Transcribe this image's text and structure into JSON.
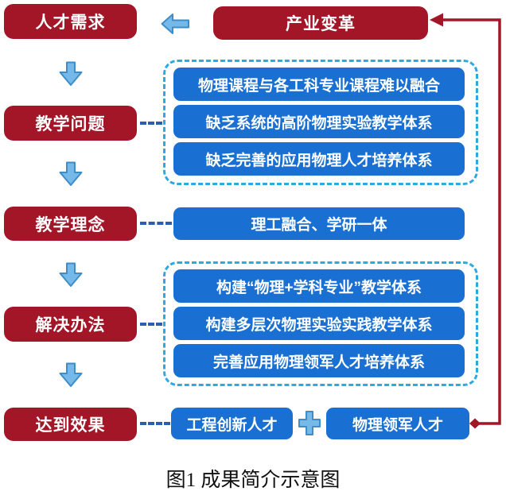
{
  "colors": {
    "dark_red": "#a21628",
    "blue": "#1970d2",
    "arrow_fill": "#74b9e8",
    "arrow_border": "#3e8dc8",
    "group_dash": "#2baae2",
    "connector_dash": "#2b5fae"
  },
  "flow": {
    "industry_box": "产业变革",
    "stages": [
      {
        "label": "人才需求",
        "items": []
      },
      {
        "label": "教学问题",
        "items": [
          "物理课程与各工科专业课程难以融合",
          "缺乏系统的高阶物理实验教学体系",
          "缺乏完善的应用物理人才培养体系"
        ]
      },
      {
        "label": "教学理念",
        "items": [
          "理工融合、学研一体"
        ]
      },
      {
        "label": "解决办法",
        "items": [
          "构建“物理+学科专业”教学体系",
          "构建多层次物理实验实践教学体系",
          "完善应用物理领军人才培养体系"
        ]
      },
      {
        "label": "达到效果",
        "items": [
          "工程创新人才",
          "物理领军人才"
        ]
      }
    ],
    "caption": "图1 成果简介示意图"
  }
}
